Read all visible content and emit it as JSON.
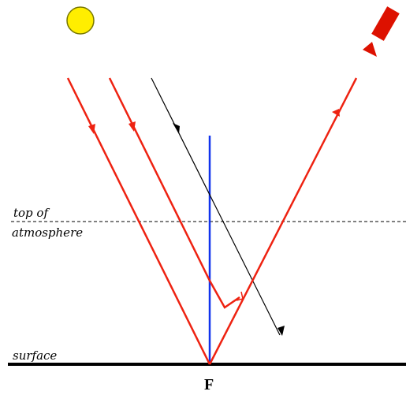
{
  "labels": {
    "top_of_atmosphere_line1": "top of",
    "top_of_atmosphere_line2": "atmosphere",
    "surface": "surface",
    "point": "F"
  },
  "icons": {
    "sun": "sun-icon",
    "sensor": "satellite-sensor-icon"
  },
  "colors": {
    "sun_fill": "#ffee00",
    "sun_stroke": "#777700",
    "sensor_fill": "#dd1100",
    "reflected_ray": "#ee2211",
    "vertical_line": "#1133ee",
    "direct_ray": "#000000",
    "surface": "#000000",
    "atmosphere_line": "#000000"
  }
}
